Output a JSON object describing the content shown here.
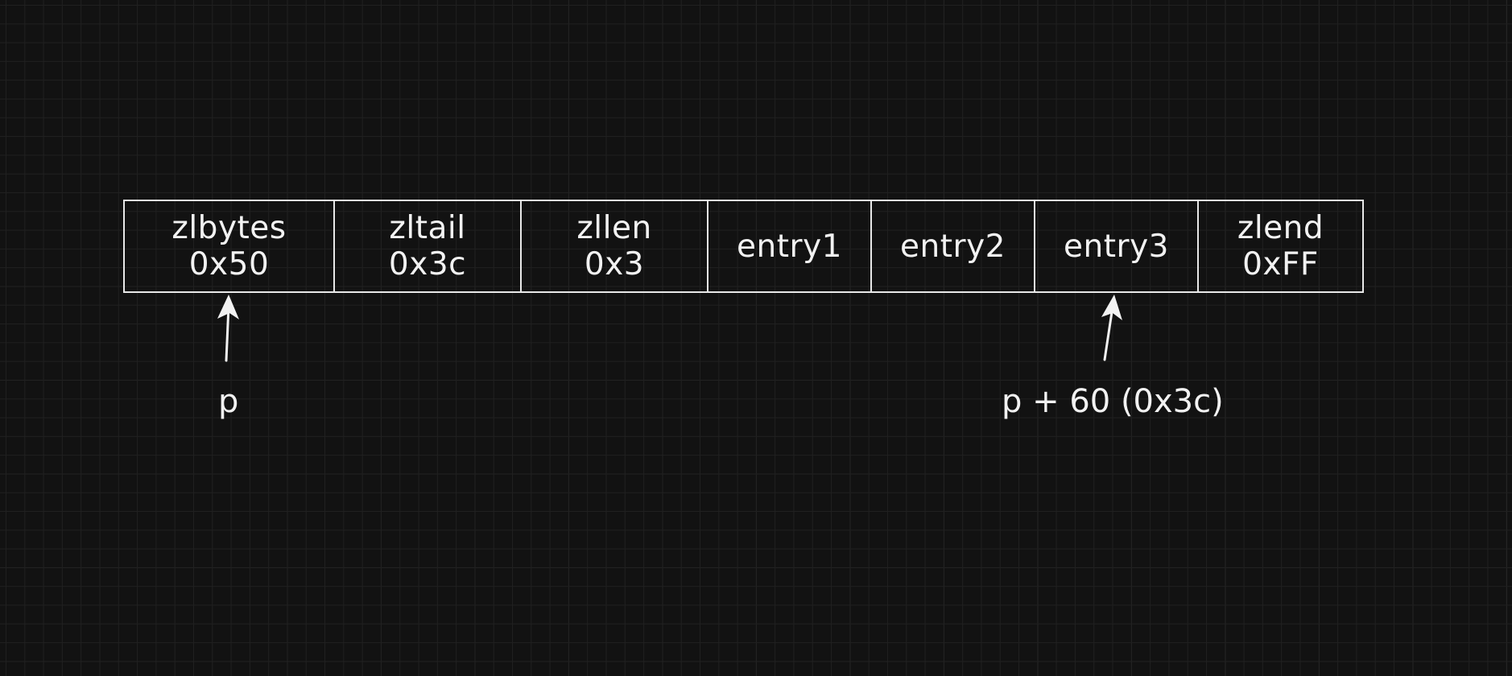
{
  "ziplist": {
    "fields": [
      {
        "name": "zlbytes",
        "value": "0x50"
      },
      {
        "name": "zltail",
        "value": "0x3c"
      },
      {
        "name": "zllen",
        "value": "0x3"
      },
      {
        "name": "entry1",
        "value": ""
      },
      {
        "name": "entry2",
        "value": ""
      },
      {
        "name": "entry3",
        "value": ""
      },
      {
        "name": "zlend",
        "value": "0xFF"
      }
    ]
  },
  "pointers": {
    "start_label": "p",
    "tail_label": "p + 60 (0x3c)"
  },
  "colors": {
    "background": "#121212",
    "grid": "#2e2e2e",
    "stroke": "#e8e8e8",
    "text": "#f2f2f2"
  }
}
